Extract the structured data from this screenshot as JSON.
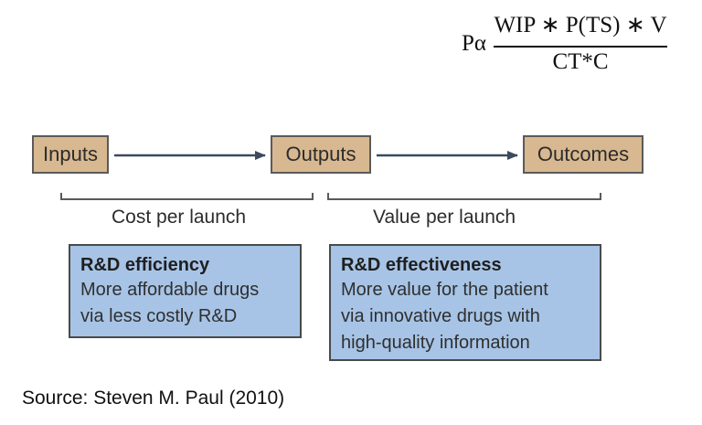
{
  "formula": {
    "lhs": "Pα",
    "numerator": "WIP ∗ P(TS) ∗ V",
    "denominator": "CT*C"
  },
  "stages": {
    "inputs": "Inputs",
    "outputs": "Outputs",
    "outcomes": "Outcomes"
  },
  "metrics": {
    "cost": "Cost per launch",
    "value": "Value per launch"
  },
  "efficiency": {
    "title": "R&D efficiency",
    "line1": "More affordable drugs",
    "line2": "via less costly R&D"
  },
  "effectiveness": {
    "title": "R&D effectiveness",
    "line1": "More value for the patient",
    "line2": "via innovative drugs with",
    "line3": "high-quality information"
  },
  "source": "Source: Steven M. Paul (2010)",
  "colors": {
    "stage_fill": "#d8b890",
    "info_fill": "#a7c4e6",
    "arrow": "#3c4a5c"
  }
}
